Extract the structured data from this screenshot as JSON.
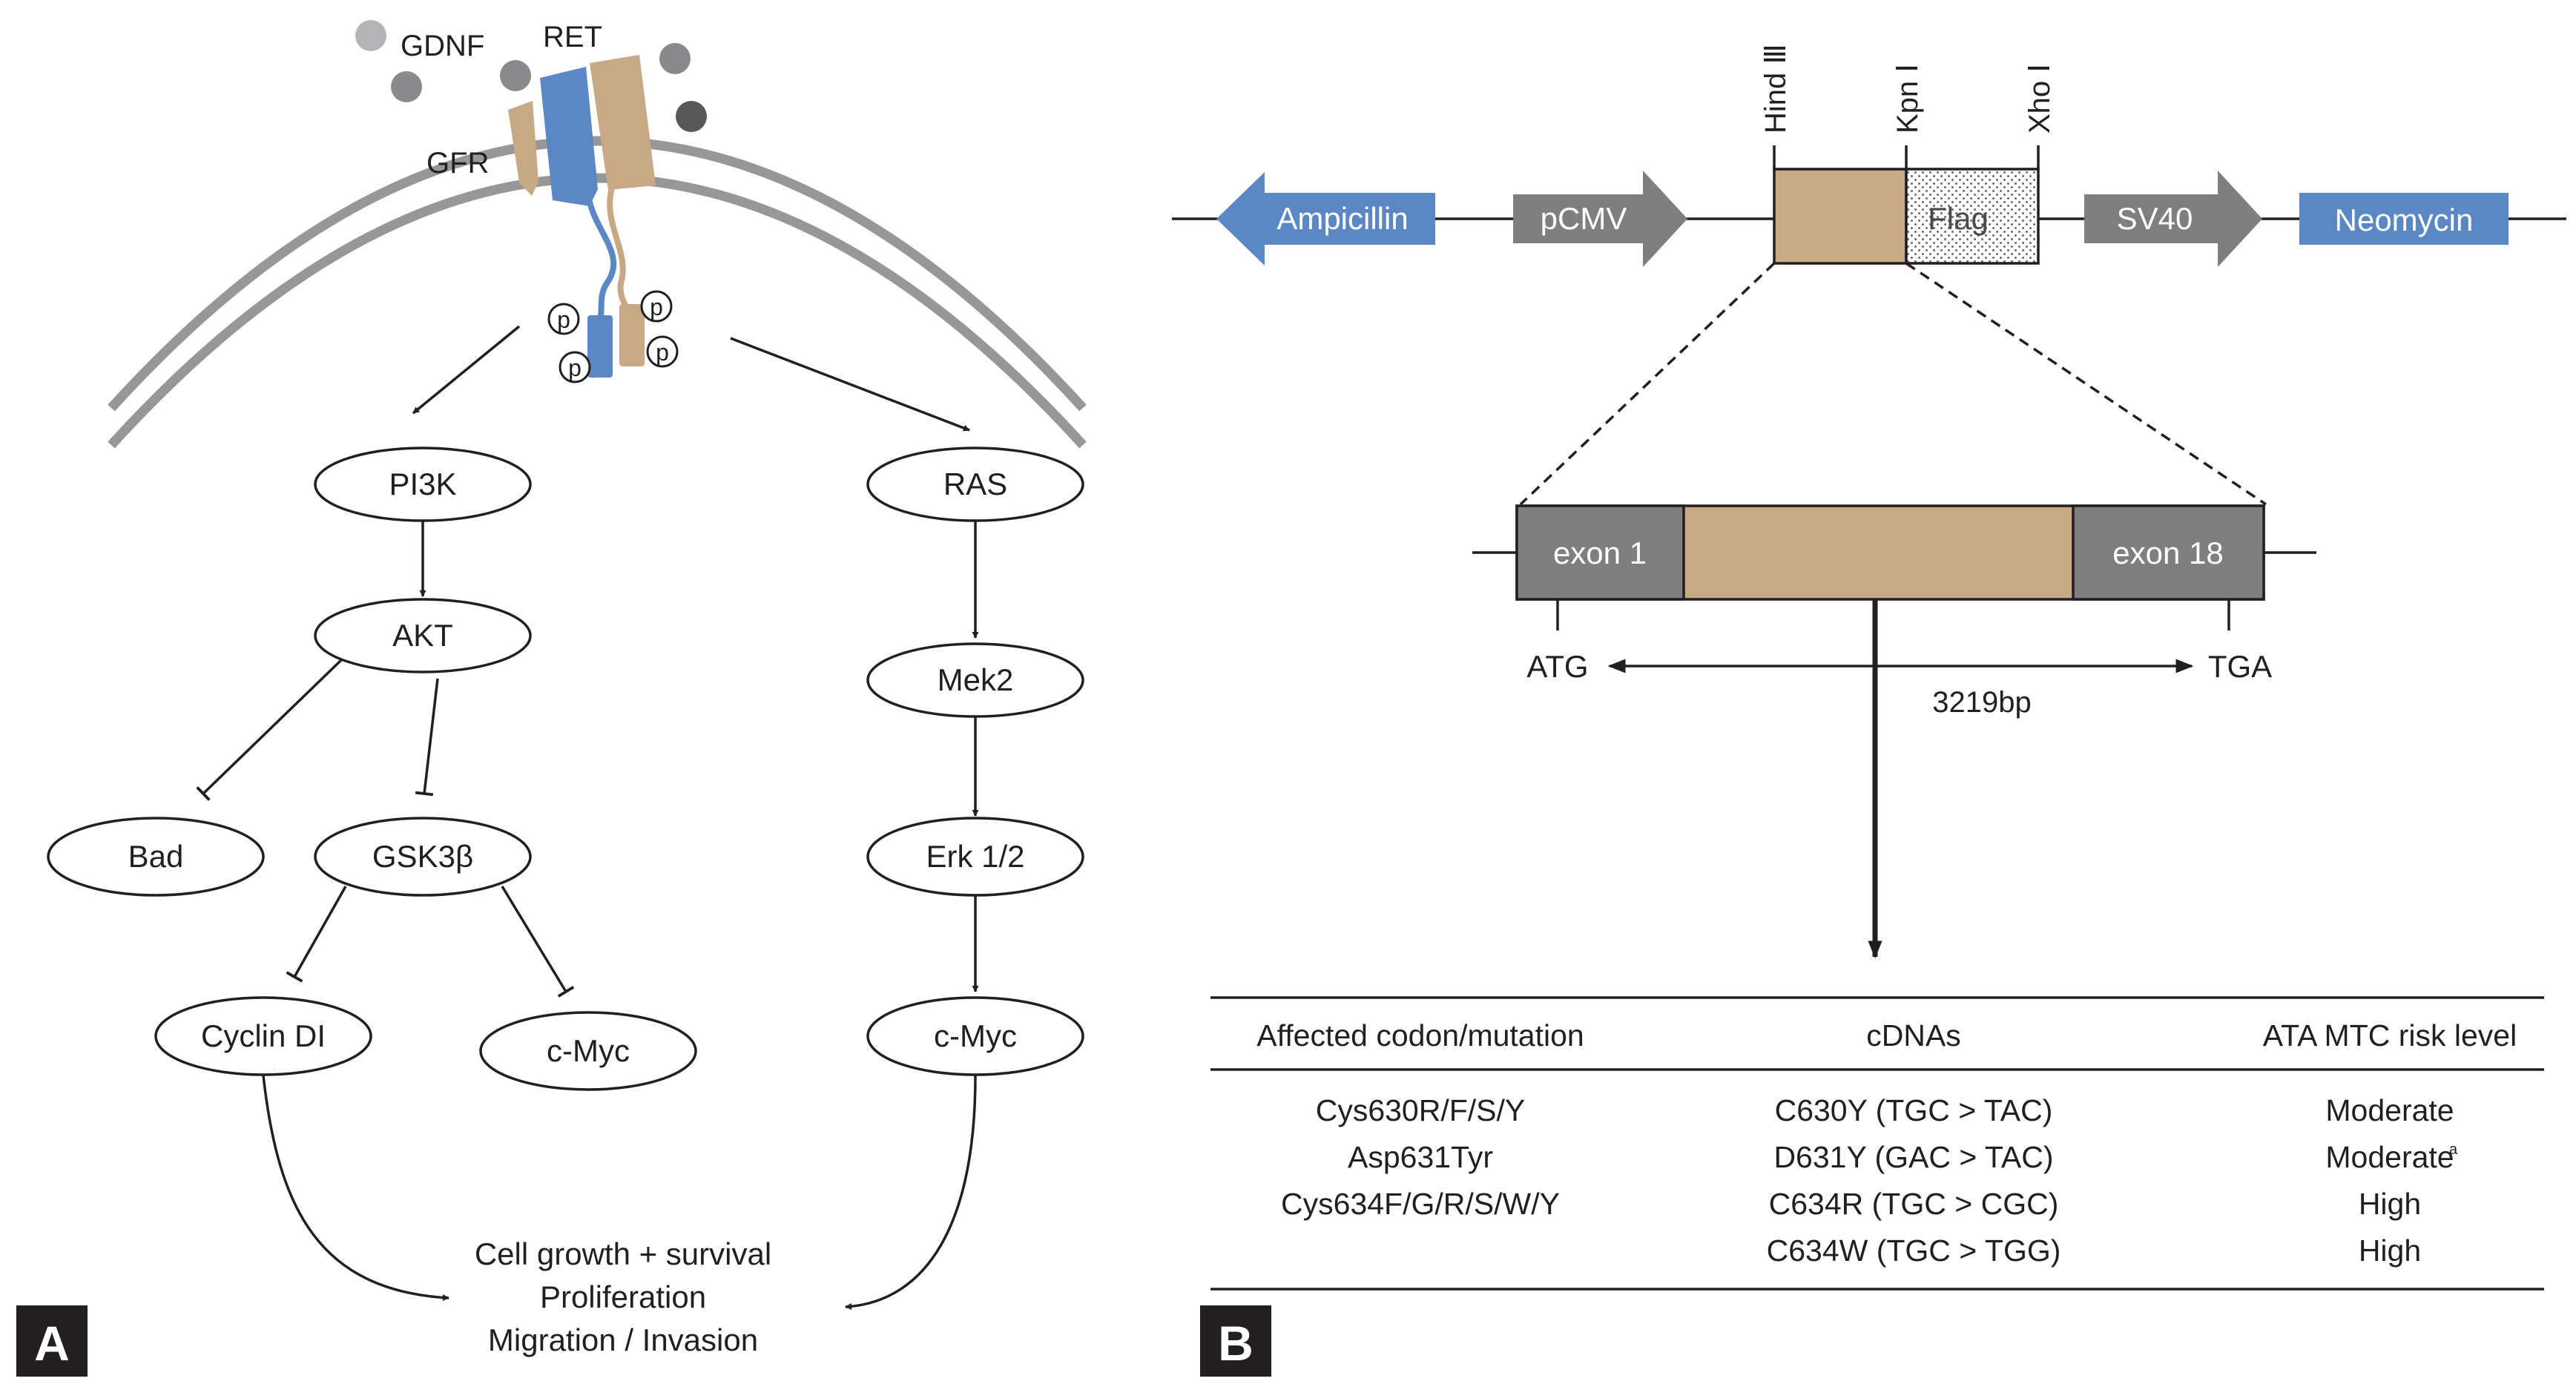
{
  "colors": {
    "blue": "#5b87c5",
    "tan": "#c7a985",
    "gray": "#7f7f7f",
    "membrane": "#97979a",
    "ligand_light": "#b4b4b6",
    "ligand_mid": "#8a8a8c",
    "ligand_dark": "#585859",
    "ink": "#231f20"
  },
  "panel_a": {
    "tag": "A",
    "labels": {
      "gdnf": "GDNF",
      "ret": "RET",
      "gfr": "GFR"
    },
    "phospho": [
      "p",
      "p",
      "p",
      "p"
    ],
    "nodes": {
      "pi3k": "PI3K",
      "akt": "AKT",
      "bad": "Bad",
      "gsk3b": "GSK3β",
      "cyclin": "Cyclin DI",
      "cmyc_left": "c-Myc",
      "ras": "RAS",
      "mek2": "Mek2",
      "erk": "Erk 1/2",
      "cmyc_right": "c-Myc"
    },
    "outcomes": [
      "Cell growth + survival",
      "Proliferation",
      "Migration / Invasion"
    ]
  },
  "panel_b": {
    "tag": "B",
    "vector": {
      "ampicillin": "Ampicillin",
      "pcmv": "pCMV",
      "flag": "Flag",
      "sv40": "SV40",
      "neomycin": "Neomycin",
      "sites": [
        "Hind Ⅲ",
        "Kpn Ⅰ",
        "Xho Ⅰ"
      ]
    },
    "insert": {
      "exon_start": "exon 1",
      "exon_end": "exon 18",
      "start_codon": "ATG",
      "stop_codon": "TGA",
      "length": "3219bp"
    },
    "table": {
      "headers": [
        "Affected codon/mutation",
        "cDNAs",
        "ATA MTC risk level"
      ],
      "mutations": [
        "Cys630R/F/S/Y",
        "Asp631Tyr",
        "Cys634F/G/R/S/W/Y"
      ],
      "cdnas": [
        "C630Y (TGC > TAC)",
        "D631Y (GAC > TAC)",
        "C634R (TGC > CGC)",
        "C634W (TGC > TGG)"
      ],
      "risks": [
        "Moderate",
        "Moderate",
        "High",
        "High"
      ],
      "risk_footnote": "a"
    }
  }
}
